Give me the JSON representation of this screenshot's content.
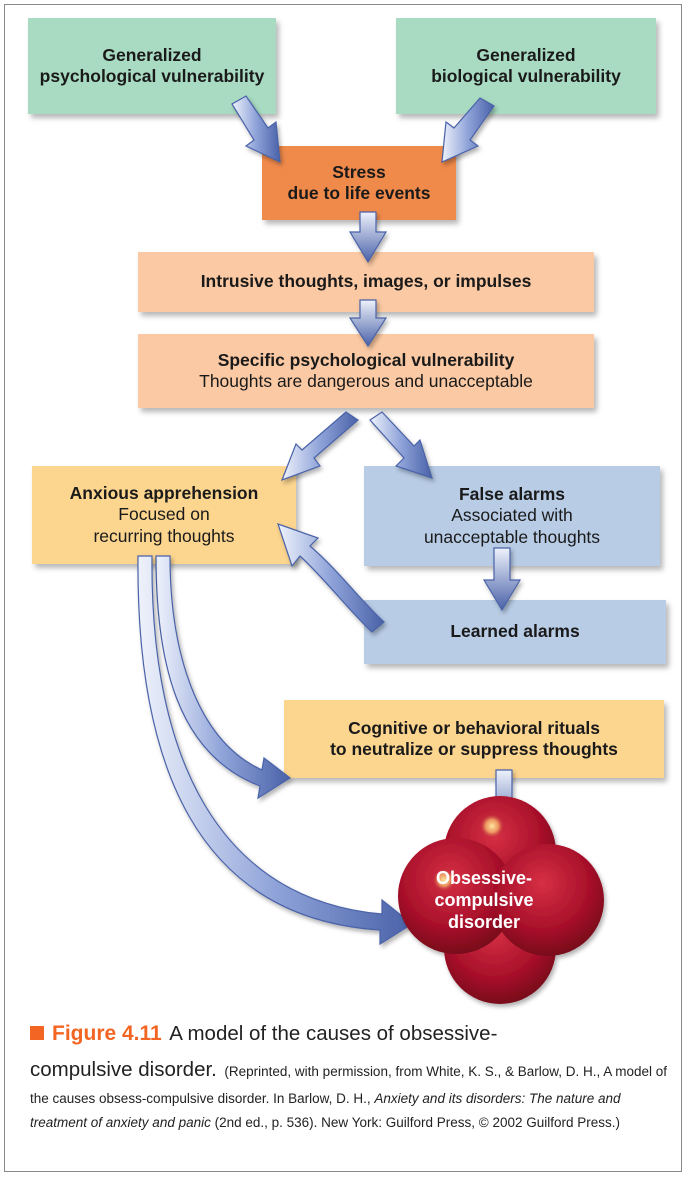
{
  "boxes": {
    "psych_vuln": {
      "line1": "Generalized",
      "line2": "psychological vulnerability"
    },
    "bio_vuln": {
      "line1": "Generalized",
      "line2": "biological vulnerability"
    },
    "stress": {
      "line1": "Stress",
      "line2": "due to life events"
    },
    "intrusive": {
      "line1": "Intrusive thoughts, images, or impulses"
    },
    "specific": {
      "line1": "Specific psychological vulnerability",
      "line2": "Thoughts are dangerous and unacceptable"
    },
    "anxious": {
      "line1": "Anxious apprehension",
      "line2": "Focused on",
      "line3": "recurring thoughts"
    },
    "false_alarms": {
      "line1": "False alarms",
      "line2": "Associated with",
      "line3": "unacceptable thoughts"
    },
    "learned": {
      "line1": "Learned alarms"
    },
    "rituals": {
      "line1": "Cognitive or behavioral rituals",
      "line2": "to neutralize or suppress thoughts"
    },
    "ocd": {
      "line1": "Obsessive-",
      "line2": "compulsive",
      "line3": "disorder"
    }
  },
  "caption": {
    "figure": "Figure 4.11",
    "title": "A model of the causes of obsessive-",
    "title_cont": "compulsive disorder.",
    "credit_a": "(Reprinted, with permission, from White, K. S., & Barlow, D. H., A model of the causes obsess-compulsive disorder. In Barlow, D. H., ",
    "credit_book": "Anxiety and its disorders: The nature and treatment of anxiety and panic",
    "credit_b": " (2nd ed., p. 536). New York: Guilford Press, © 2002 Guilford Press.)"
  },
  "colors": {
    "green": "#a8dbc2",
    "stress": "#f08a4b",
    "peach": "#fbc9a3",
    "yellow": "#fcd58f",
    "blue": "#b8cce6",
    "arrow": "#5a73b8",
    "ocd": "#a8102a",
    "figure_accent": "#f26522"
  }
}
